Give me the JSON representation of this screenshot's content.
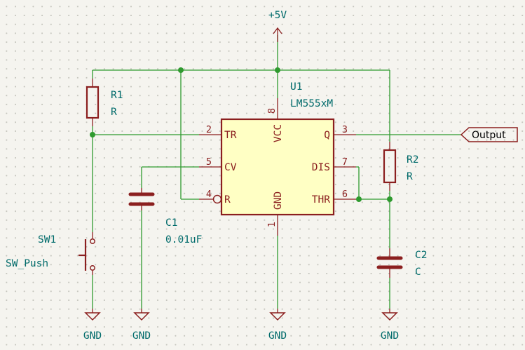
{
  "power": {
    "vcc_label": "+5V",
    "gnd_label": "GND"
  },
  "components": {
    "r1": {
      "ref": "R1",
      "value": "R"
    },
    "r2": {
      "ref": "R2",
      "value": "R"
    },
    "c1": {
      "ref": "C1",
      "value": "0.01uF"
    },
    "c2": {
      "ref": "C2",
      "value": "C"
    },
    "sw1": {
      "ref": "SW1",
      "value": "SW_Push"
    },
    "u1": {
      "ref": "U1",
      "value": "LM555xM",
      "pins": {
        "tr": {
          "num": "2",
          "name": "TR"
        },
        "cv": {
          "num": "5",
          "name": "CV"
        },
        "r": {
          "num": "4",
          "name": "R"
        },
        "vcc": {
          "num": "8",
          "name": "VCC"
        },
        "gnd": {
          "num": "1",
          "name": "GND"
        },
        "q": {
          "num": "3",
          "name": "Q"
        },
        "dis": {
          "num": "7",
          "name": "DIS"
        },
        "thr": {
          "num": "6",
          "name": "THR"
        }
      }
    }
  },
  "labels": {
    "output": "Output"
  },
  "colors": {
    "wire": "#2f9a2f",
    "component": "#8b1f1f",
    "ic_fill": "#ffffc4",
    "text": "#006b6b",
    "background": "#f5f4ef"
  }
}
